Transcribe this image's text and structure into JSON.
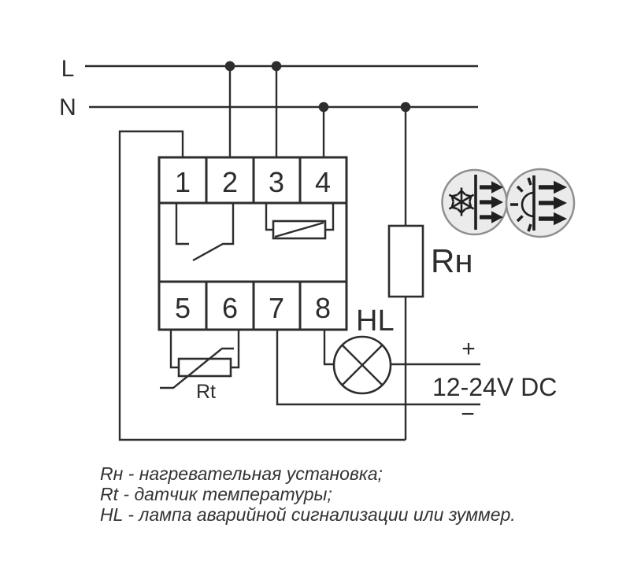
{
  "power": {
    "l_label": "L",
    "n_label": "N"
  },
  "terminals": {
    "top": [
      "1",
      "2",
      "3",
      "4"
    ],
    "bottom": [
      "5",
      "6",
      "7",
      "8"
    ]
  },
  "components": {
    "heater_label": "Rн",
    "lamp_label": "HL",
    "sensor_label": "Rt",
    "supply_plus": "+",
    "supply_minus": "−",
    "supply_label": "12-24V DC"
  },
  "icons": {
    "left": "snowflake-blocked-heat-flow-icon",
    "right": "sun-heat-flow-icon"
  },
  "legend": [
    "Rн - нагревательная установка;",
    "Rt - датчик температуры;",
    "HL - лампа аварийной сигнализации или зуммер."
  ],
  "colors": {
    "line": "#2d2d2d",
    "glyph": "#1f1f1f",
    "icon_fill": "#ebebeb",
    "icon_border": "#8f8f8f",
    "legend_text": "#333333",
    "background": "#ffffff"
  }
}
